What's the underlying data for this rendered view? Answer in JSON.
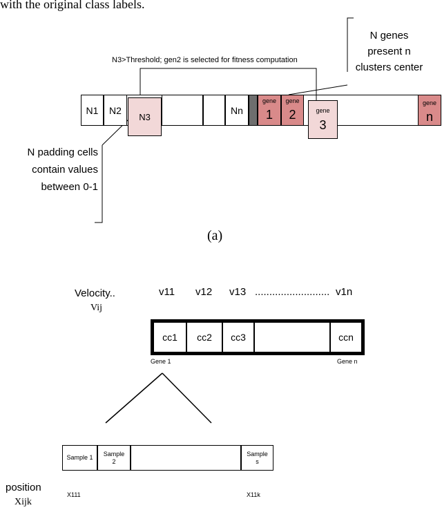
{
  "header_text": "with the original class labels.",
  "part_a": {
    "top_callout": "N genes present n clusters center",
    "threshold_label": "N3>Threshold; gen2 is selected for fitness computation",
    "cells": [
      "N1",
      "N2",
      "N3",
      "Nn"
    ],
    "gene_word": "gene",
    "gene_numbers": [
      "1",
      "2",
      "3",
      "n"
    ],
    "padding_callout": "N padding cells contain values between 0-1",
    "caption": "(a)"
  },
  "part_b": {
    "velocity_label": "Velocity..",
    "velocity_symbol": "Vij",
    "velocity_values": [
      "v11",
      "v12",
      "v13",
      "..........................",
      "v1n"
    ],
    "cluster_cells": [
      "cc1",
      "cc2",
      "cc3",
      "",
      "ccn"
    ],
    "gene_first": "Gene 1",
    "gene_last": "Gene n",
    "samples": [
      "Sample 1",
      "Sample 2",
      "",
      "Sample s"
    ],
    "position_label": "position",
    "position_symbol": "Xijk",
    "x_first": "X111",
    "x_last": "X11k"
  }
}
